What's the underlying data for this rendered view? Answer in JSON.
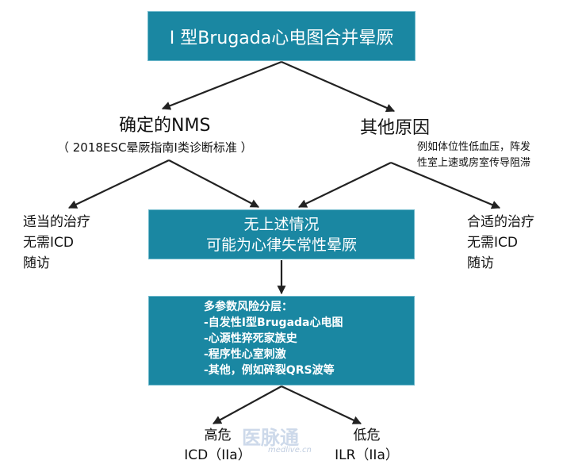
{
  "top_box": {
    "text": "I 型Brugada心电图合并晕厥"
  },
  "left_branch": {
    "heading": "确定的NMS",
    "subtext": "（ 2018ESC晕厥指南I类诊断标准 ）",
    "outcome_lines": [
      "适当的治疗",
      "无需ICD",
      "随访"
    ]
  },
  "right_branch": {
    "heading": "其他原因",
    "note_lines": [
      "例如体位性低血压，阵发",
      "性室上速或房室传导阻滞"
    ],
    "outcome_lines": [
      "合适的治疗",
      "无需ICD",
      "随访"
    ]
  },
  "middle_box": {
    "lines": [
      "无上述情况",
      "可能为心律失常性晕厥"
    ]
  },
  "bottom_box": {
    "lines": [
      "多参数风险分层：",
      "-自发性I型Brugada心电图",
      "-心源性猝死家族史",
      "-程序性心室刺激",
      "-其他，例如碎裂QRS波等"
    ]
  },
  "high_risk": {
    "lines": [
      "高危",
      "ICD（IIa）"
    ]
  },
  "low_risk": {
    "lines": [
      "低危",
      "ILR（IIa）"
    ]
  },
  "watermark": {
    "main": "医脉通",
    "sub": "medlive.cn"
  },
  "colors": {
    "box_fill": "#1a87a2",
    "line": "#222222",
    "box_text": "#ffffff"
  }
}
